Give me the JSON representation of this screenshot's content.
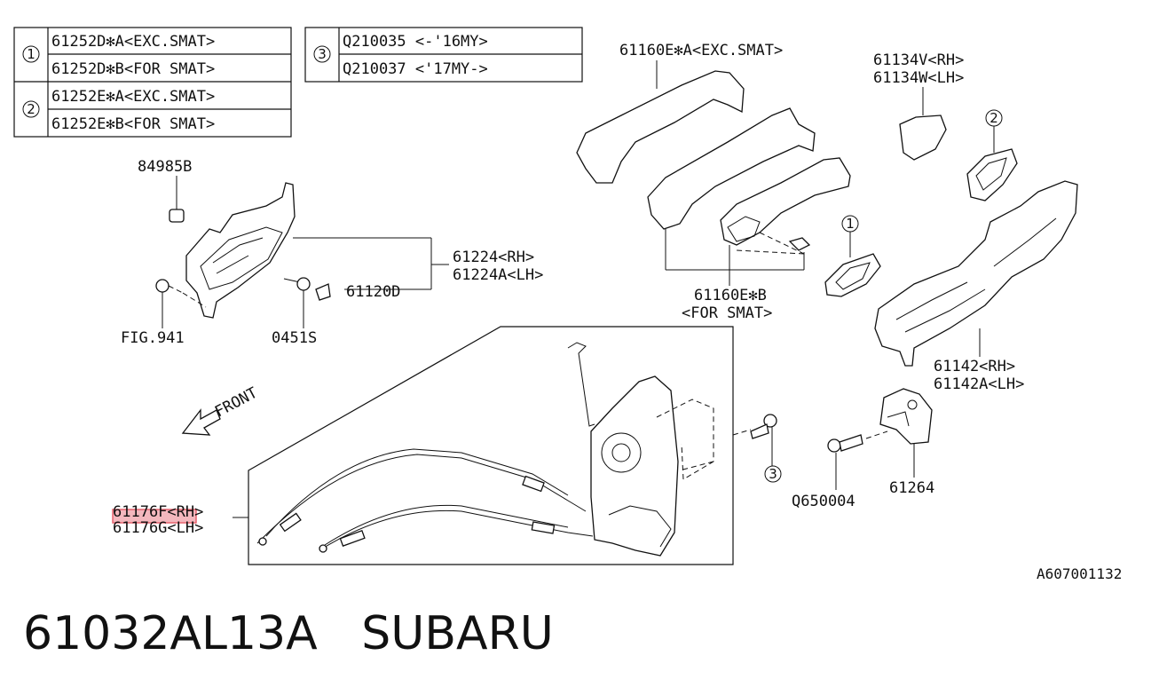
{
  "table_left": {
    "groups": [
      {
        "marker": "1",
        "rows": [
          "61252D✻A<EXC.SMAT>",
          "61252D✻B<FOR SMAT>"
        ]
      },
      {
        "marker": "2",
        "rows": [
          "61252E✻A<EXC.SMAT>",
          "61252E✻B<FOR SMAT>"
        ]
      }
    ]
  },
  "table_right": {
    "marker": "3",
    "rows": [
      "Q210035  <-'16MY>",
      "Q210037  <'17MY->"
    ]
  },
  "labels": {
    "p84985b": "84985B",
    "p61224_rh": "61224<RH>",
    "p61224a_lh": "61224A<LH>",
    "p61120d": "61120D",
    "fig941": "FIG.941",
    "p0451s": "0451S",
    "front": "FRONT",
    "p61160e_a": "61160E✻A<EXC.SMAT>",
    "p61160e_b": "61160E✻B",
    "for_smat": "<FOR SMAT>",
    "p61134v_rh": "61134V<RH>",
    "p61134w_lh": "61134W<LH>",
    "p61142_rh": "61142<RH>",
    "p61142a_lh": "61142A<LH>",
    "q650004": "Q650004",
    "p61264": "61264",
    "p61176f_rh": "61176F<RH>",
    "p61176g_lh": "61176G<LH>",
    "callout_1": "1",
    "callout_2": "2",
    "callout_3": "3",
    "diagram_code": "A607001132"
  },
  "footer": {
    "part_number": "61032AL13A",
    "brand": "SUBARU"
  },
  "highlight_color": "#f0a0a8"
}
